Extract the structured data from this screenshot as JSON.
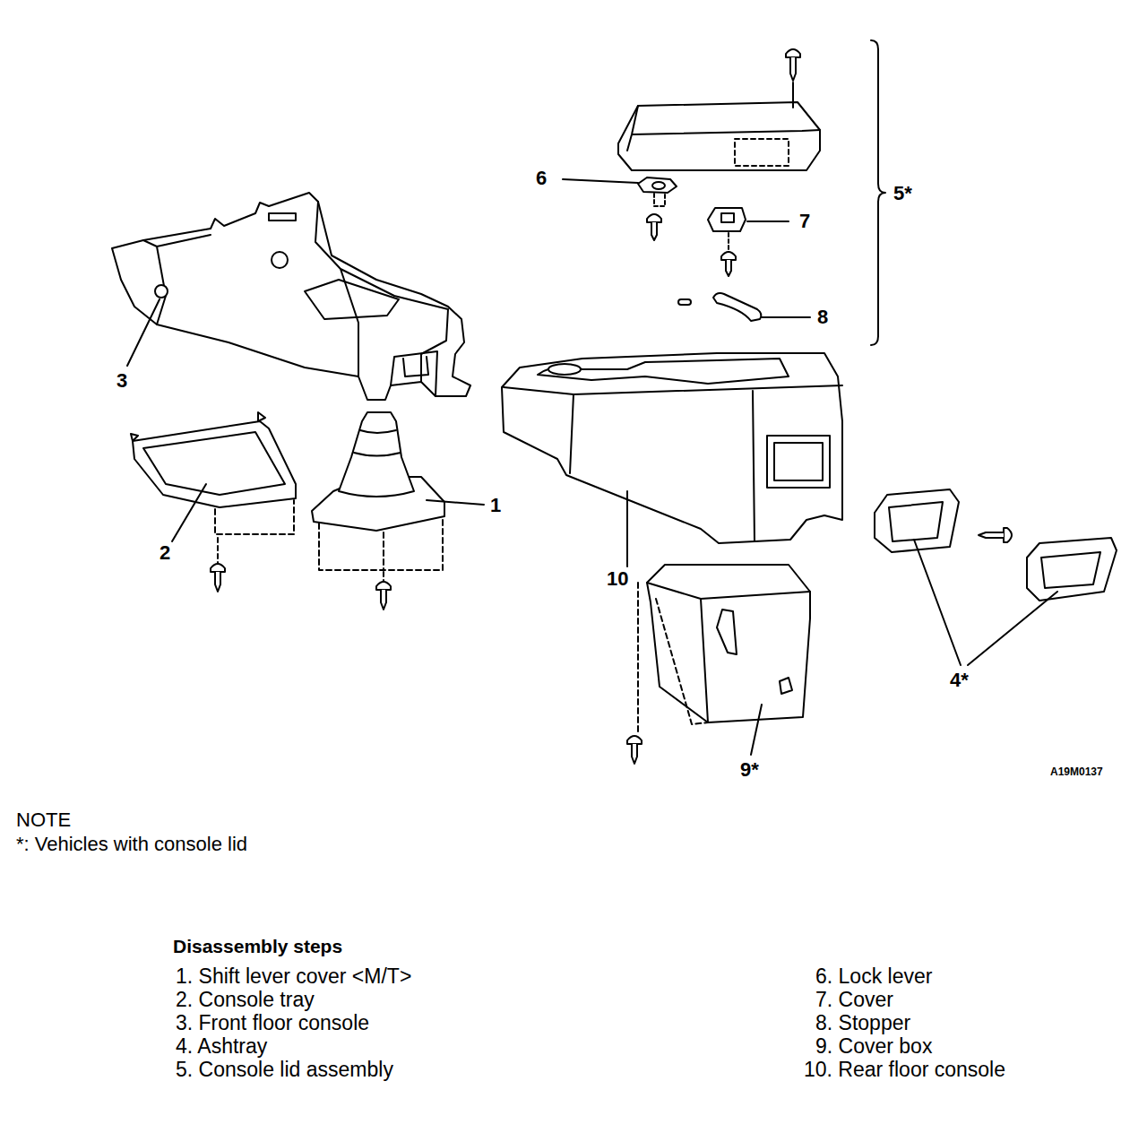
{
  "diagram": {
    "labels": [
      "5*",
      "6",
      "7",
      "8",
      "3",
      "10",
      "2",
      "1",
      "4*",
      "9*",
      "A19M0137",
      "NOTE",
      "*: Vehicles with console lid",
      "Disassembly steps",
      "1. Shift lever cover <M/T>",
      "2. Console tray",
      "3. Front floor console",
      "4. Ashtray",
      "5. Console lid assembly",
      "6. Lock lever",
      "7. Cover",
      "8. Stopper",
      "9. Cover box",
      "10. Rear floor console"
    ]
  }
}
